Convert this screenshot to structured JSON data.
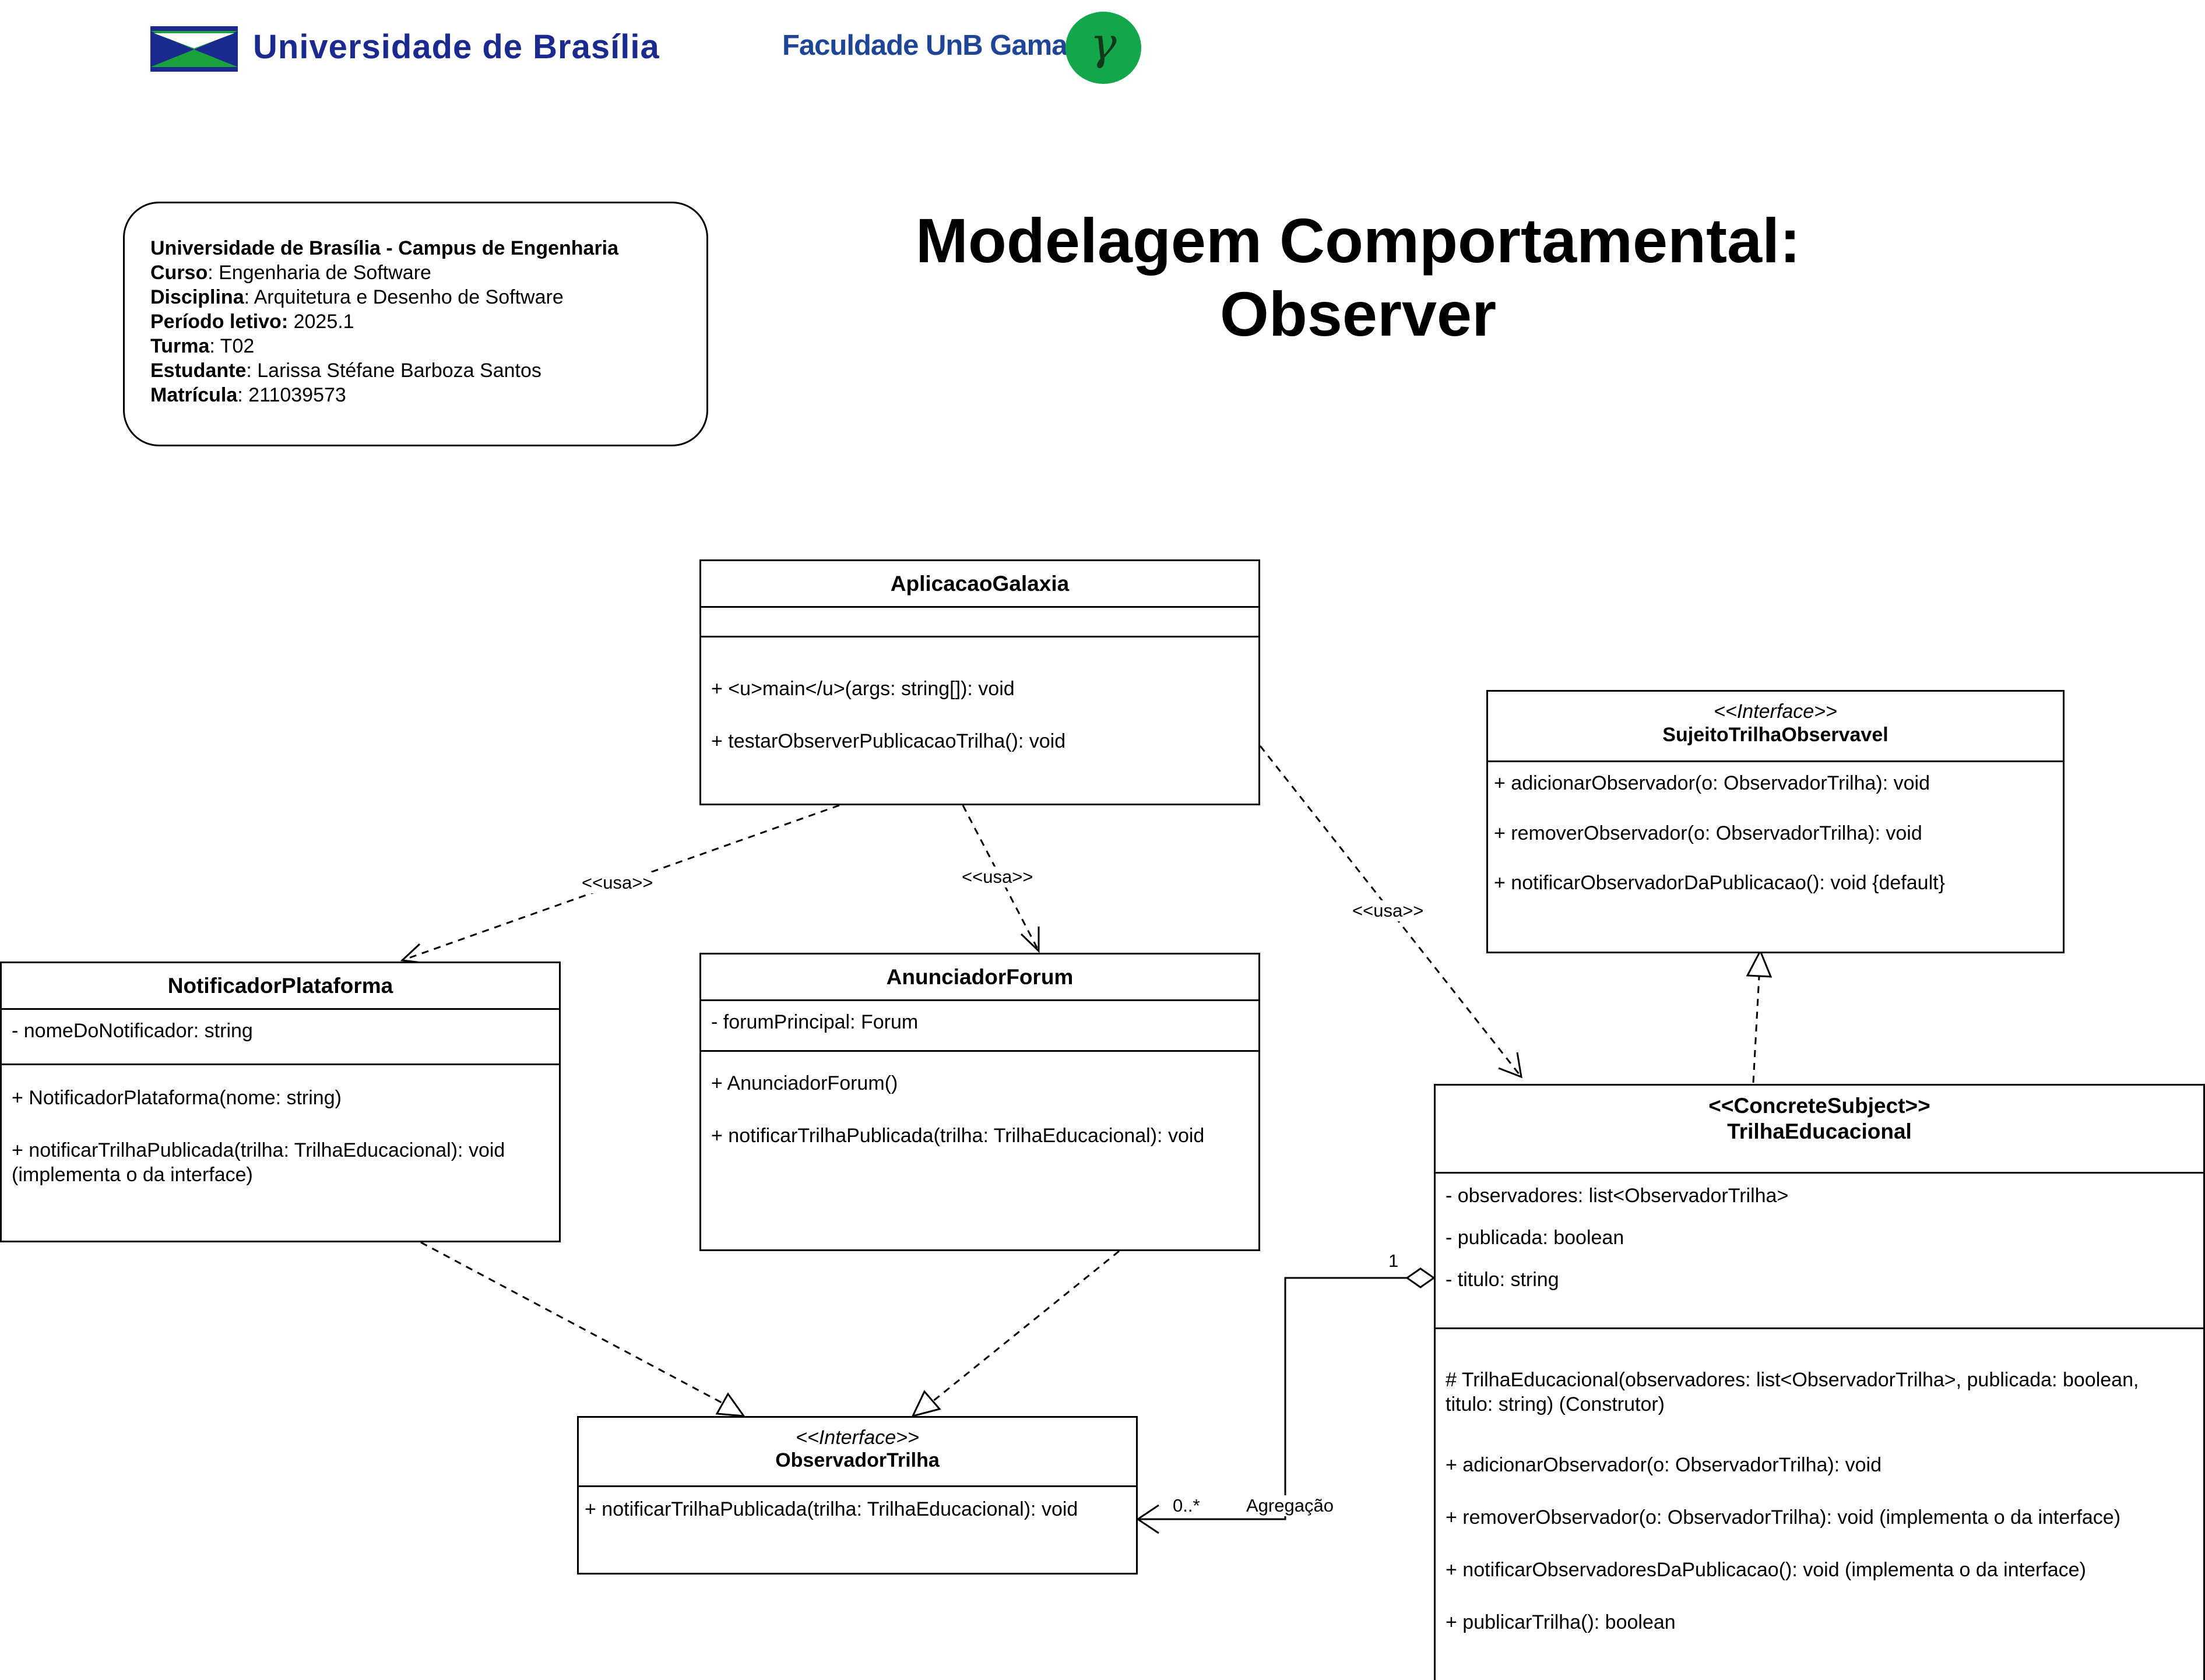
{
  "header": {
    "unb_logo_text": "Universidade de Brasília",
    "fga_logo_text": "Faculdade UnB Gama",
    "fga_symbol": "γ"
  },
  "info": {
    "line1_bold": "Universidade de Brasília - Campus de Engenharia",
    "curso_label": "Curso",
    "curso_value": ": Engenharia de Software",
    "disciplina_label": "Disciplina",
    "disciplina_value": ": Arquitetura e Desenho de Software",
    "periodo_label": "Período letivo:",
    "periodo_value": " 2025.1",
    "turma_label": "Turma",
    "turma_value": ": T02",
    "estudante_label": "Estudante",
    "estudante_value": ": Larissa Stéfane Barboza Santos",
    "matricula_label": "Matrícula",
    "matricula_value": ": 211039573"
  },
  "title": {
    "line1": "Modelagem Comportamental:",
    "line2": "Observer"
  },
  "classes": {
    "aplicacao": {
      "name": "AplicacaoGalaxia",
      "methods": [
        "+ <u>main</u>(args: string[]): void",
        "+ testarObserverPublicacaoTrilha(): void"
      ]
    },
    "sujeito": {
      "stereotype": "<<Interface>>",
      "name": "SujeitoTrilhaObservavel",
      "methods": [
        "+ adicionarObservador(o: ObservadorTrilha): void",
        "+ removerObservador(o: ObservadorTrilha): void",
        "+ notificarObservadorDaPublicacao(): void {default}"
      ]
    },
    "notificador": {
      "name": "NotificadorPlataforma",
      "attributes": [
        "- nomeDoNotificador: string"
      ],
      "methods": [
        "+ NotificadorPlataforma(nome: string)",
        "+ notificarTrilhaPublicada(trilha: TrilhaEducacional): void",
        "(implementa o da interface)"
      ]
    },
    "anunciador": {
      "name": "AnunciadorForum",
      "attributes": [
        "- forumPrincipal: Forum"
      ],
      "methods": [
        "+ AnunciadorForum()",
        "+ notificarTrilhaPublicada(trilha: TrilhaEducacional): void"
      ]
    },
    "trilha": {
      "stereotype": "<<ConcreteSubject>>",
      "name": "TrilhaEducacional",
      "attributes": [
        "- observadores: list<ObservadorTrilha>",
        "- publicada: boolean",
        "- titulo: string"
      ],
      "methods": [
        "# TrilhaEducacional(observadores: list<ObservadorTrilha>, publicada: boolean,",
        "titulo: string) (Construtor)",
        "+ adicionarObservador(o: ObservadorTrilha): void",
        "+ removerObservador(o: ObservadorTrilha): void (implementa o da interface)",
        "+ notificarObservadoresDaPublicacao(): void (implementa o da interface)",
        "+ publicarTrilha(): boolean"
      ]
    },
    "observador": {
      "stereotype": "<<Interface>>",
      "name": "ObservadorTrilha",
      "methods": [
        "+ notificarTrilhaPublicada(trilha: TrilhaEducacional): void"
      ]
    }
  },
  "relations": {
    "usa1": "<<usa>>",
    "usa2": "<<usa>>",
    "usa3": "<<usa>>",
    "agg_one": "1",
    "agg_many": "0..*",
    "agg_label": "Agregação"
  },
  "colors": {
    "unb_blue": "#1b2a8f",
    "unb_green": "#1aa33b",
    "fga_green": "#14a64a",
    "line": "#000000"
  }
}
